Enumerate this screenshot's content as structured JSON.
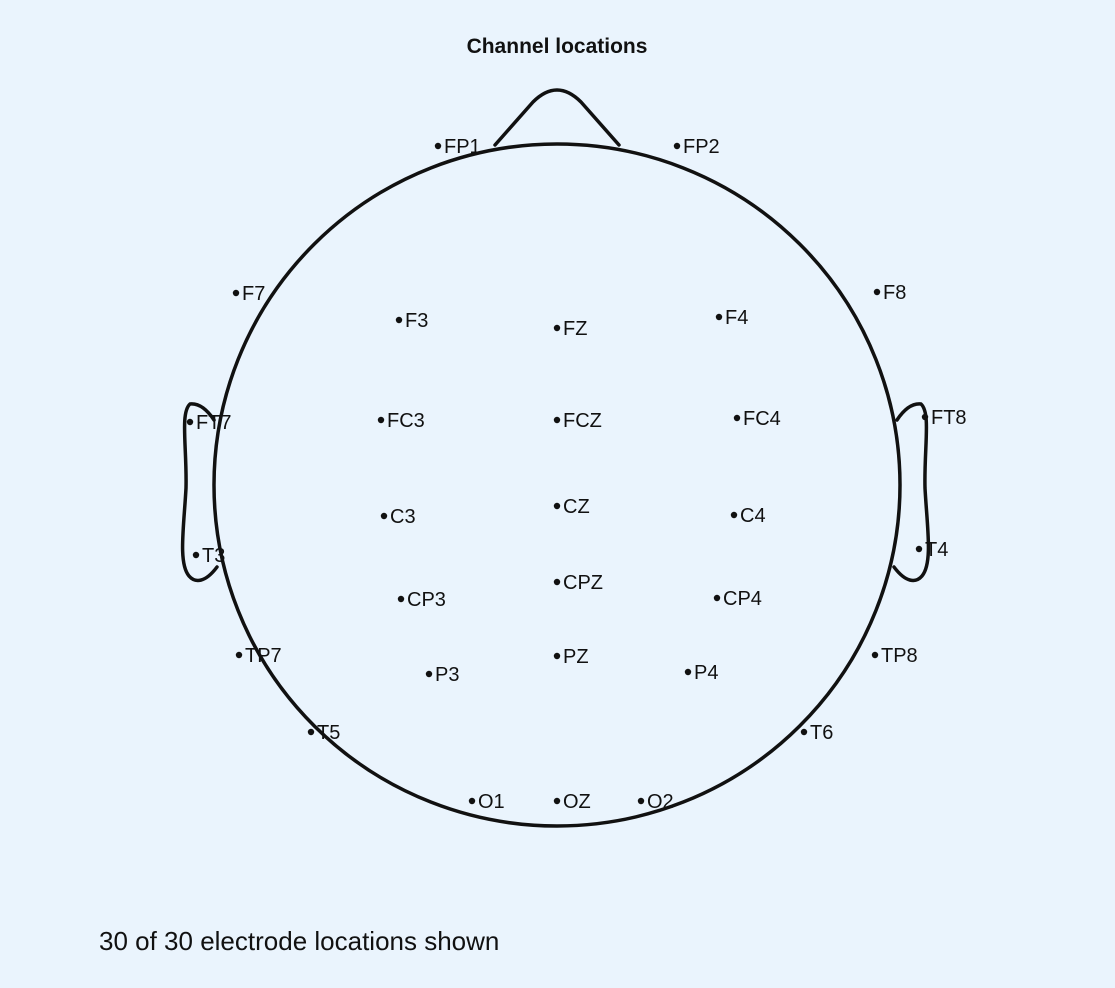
{
  "title": "Channel locations",
  "footer": "30 of 30 electrode locations shown",
  "colors": {
    "background": "#eaf4fd",
    "foreground": "#111111"
  },
  "electrodes": [
    {
      "label": "FP1"
    },
    {
      "label": "FP2"
    },
    {
      "label": "F7"
    },
    {
      "label": "F3"
    },
    {
      "label": "FZ"
    },
    {
      "label": "F4"
    },
    {
      "label": "F8"
    },
    {
      "label": "FT7"
    },
    {
      "label": "FC3"
    },
    {
      "label": "FCZ"
    },
    {
      "label": "FC4"
    },
    {
      "label": "FT8"
    },
    {
      "label": "T3"
    },
    {
      "label": "C3"
    },
    {
      "label": "CZ"
    },
    {
      "label": "C4"
    },
    {
      "label": "T4"
    },
    {
      "label": "CP3"
    },
    {
      "label": "CPZ"
    },
    {
      "label": "CP4"
    },
    {
      "label": "TP7"
    },
    {
      "label": "P3"
    },
    {
      "label": "PZ"
    },
    {
      "label": "P4"
    },
    {
      "label": "TP8"
    },
    {
      "label": "T5"
    },
    {
      "label": "T6"
    },
    {
      "label": "O1"
    },
    {
      "label": "OZ"
    },
    {
      "label": "O2"
    }
  ]
}
